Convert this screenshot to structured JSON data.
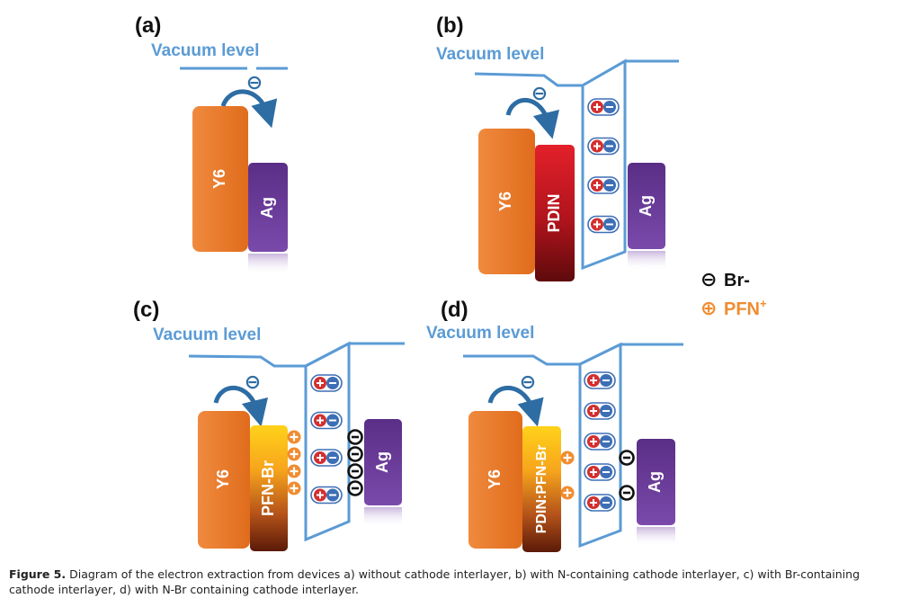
{
  "colors": {
    "vacuum": "#5b9bd5",
    "y6": "#ee7d2e",
    "ag": "#6b3d9a",
    "pdin": "#c3161c",
    "arrow": "#2e6da4",
    "plus_red": "#d32f2f",
    "minus_blue": "#3d6fb6",
    "pfn_plus": "#f08c30",
    "br_minus": "#111111"
  },
  "panels": {
    "a": {
      "label": "(a)",
      "vacuum_label": "Vacuum level",
      "donor": "Y6",
      "electrode": "Ag",
      "electron_symbol": "⊖"
    },
    "b": {
      "label": "(b)",
      "vacuum_label": "Vacuum level",
      "donor": "Y6",
      "interlayer": "PDIN",
      "electrode": "Ag",
      "electron_symbol": "⊖",
      "dipole_pairs": 4
    },
    "c": {
      "label": "(c)",
      "vacuum_label": "Vacuum level",
      "donor": "Y6",
      "interlayer": "PFN-Br",
      "electrode": "Ag",
      "electron_symbol": "⊖",
      "dipole_pairs": 4,
      "pfn_plus_count": 4,
      "br_minus_count": 4
    },
    "d": {
      "label": "(d)",
      "vacuum_label": "Vacuum level",
      "donor": "Y6",
      "interlayer": "PDIN:PFN-Br",
      "electrode": "Ag",
      "electron_symbol": "⊖",
      "dipole_pairs": 5,
      "pfn_plus_count": 2,
      "br_minus_count": 2
    }
  },
  "legend": {
    "br_symbol": "⊖",
    "br_label": "Br-",
    "pfn_symbol": "⊕",
    "pfn_label": "PFN",
    "pfn_superscript": "+"
  },
  "caption": {
    "prefix": "Figure 5.",
    "text": "Diagram of the electron extraction from devices a) without cathode interlayer, b) with N-containing cathode interlayer, c) with Br-containing cathode interlayer, d) with N-Br containing cathode interlayer."
  }
}
